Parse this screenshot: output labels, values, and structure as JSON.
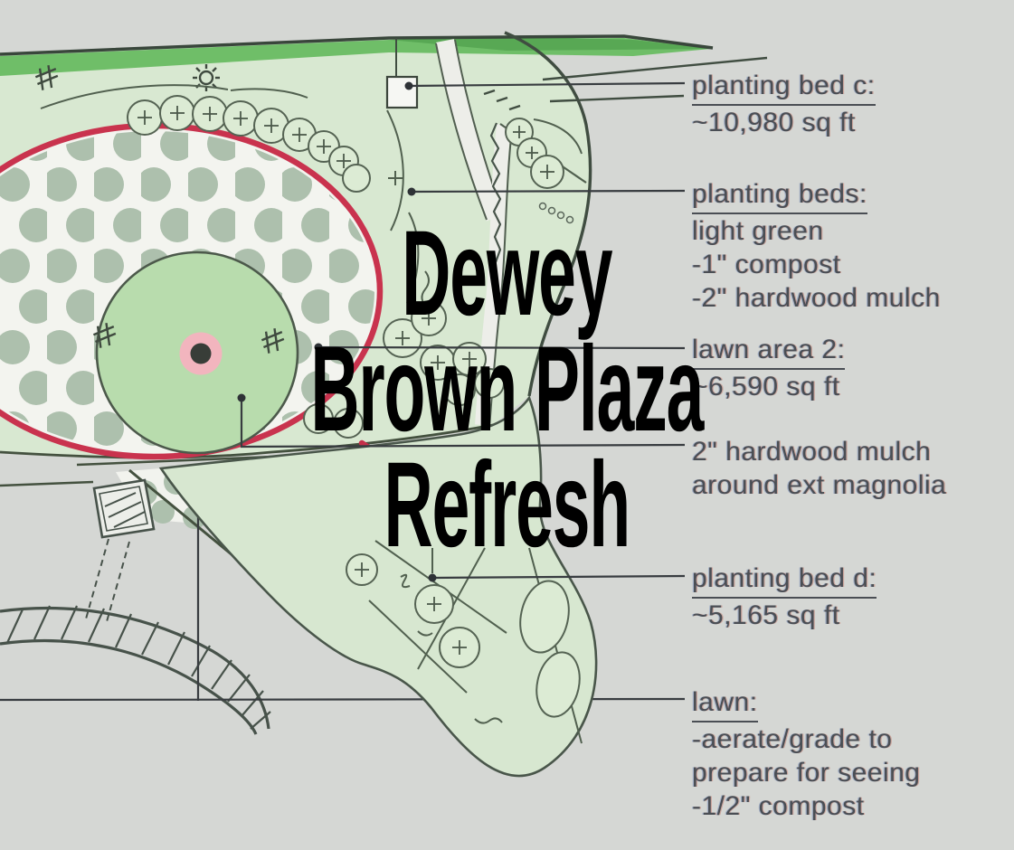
{
  "title": {
    "lines": [
      "Dewey",
      "Brown Plaza",
      "Refresh"
    ]
  },
  "annotations": [
    {
      "id": "planting-bed-c",
      "heading": "planting bed c:",
      "underline": true,
      "lines": [
        "~10,980 sq ft"
      ]
    },
    {
      "id": "planting-beds",
      "heading": "planting beds:",
      "underline": true,
      "lines": [
        "light green",
        "-1\" compost",
        "-2\" hardwood mulch"
      ]
    },
    {
      "id": "lawn-area-2",
      "heading": "lawn area 2:",
      "underline": true,
      "lines": [
        "~6,590 sq ft"
      ]
    },
    {
      "id": "magnolia-mulch",
      "heading": "",
      "underline": false,
      "lines": [
        "2\" hardwood mulch",
        "around ext magnolia"
      ]
    },
    {
      "id": "planting-bed-d",
      "heading": "planting bed d:",
      "underline": true,
      "lines": [
        "~5,165 sq ft"
      ]
    },
    {
      "id": "lawn",
      "heading": "lawn:",
      "underline": true,
      "lines": [
        "-aerate/grade to",
        "prepare for seeing",
        "-1/2\" compost"
      ]
    }
  ],
  "colors": {
    "background": "#d5d7d4",
    "plan_green_light": "#d8e8d1",
    "plan_green_band": "#6fbe68",
    "plan_green_band_dark": "#58a854",
    "lawn_dot": "#adc0ad",
    "lawn_background": "#f3f4ef",
    "red_outline": "#c9334e",
    "tree_circle_fill": "#dcebd4",
    "center_circle_green": "#b8dcad",
    "magnolia_pink": "#f2b5be",
    "sketch_line": "#44503f",
    "leader_line": "#383c40",
    "label_text": "#4a4e54",
    "title_text": "#000000"
  }
}
